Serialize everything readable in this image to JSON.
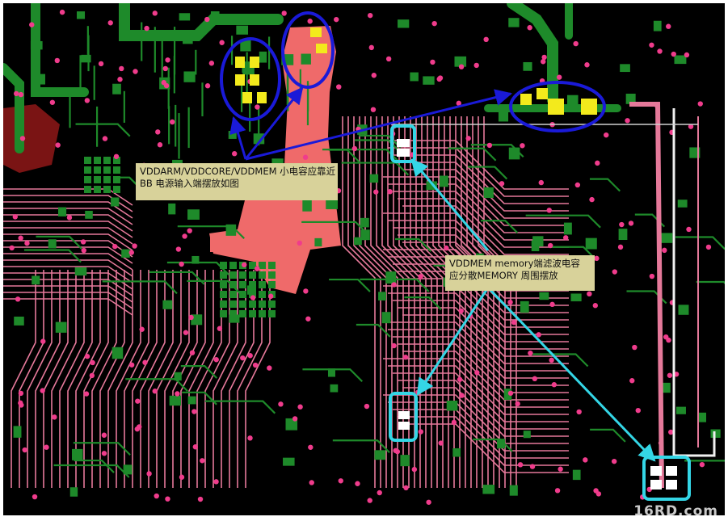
{
  "figure": {
    "background": "#000000",
    "colors": {
      "copper_green": "#1e8a2a",
      "trace_pink": "#e5799a",
      "via_pink": "#f03c8c",
      "pad_yellow": "#f3ea1c",
      "plane_salmon": "#ef6a6a",
      "callout_blue": "#1a1ad8",
      "callout_cyan": "#34d6e6",
      "note_bg": "#d8d29a"
    }
  },
  "annotations": {
    "left_note": {
      "line1": "VDDARM/VDDCORE/VDDMEM 小电容应靠近",
      "line2": "BB 电源输入端摆放如图"
    },
    "right_note": {
      "line1": "VDDMEM memory端滤波电容",
      "line2": "应分散MEMORY 周围摆放"
    }
  },
  "watermark": "16RD.com",
  "icons": {
    "highlight_blue": "blue-ellipse-icon",
    "highlight_cyan": "cyan-rounded-box-icon",
    "arrow": "arrow-icon"
  }
}
